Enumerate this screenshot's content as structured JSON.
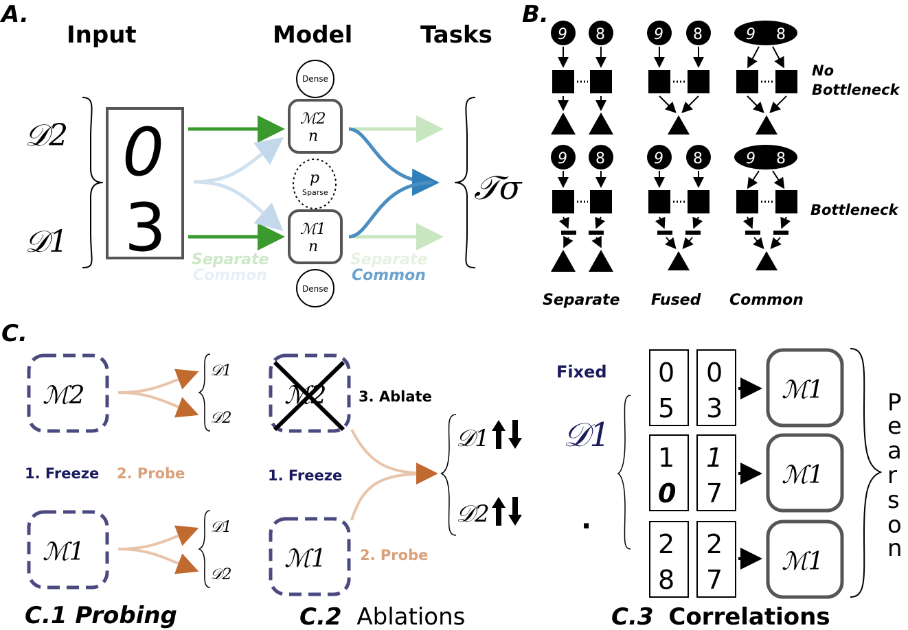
{
  "panel_a": {
    "label": "A.",
    "headers": {
      "input": "Input",
      "model": "Model",
      "tasks": "Tasks"
    },
    "d2": "𝒟2",
    "d1": "𝒟1",
    "digits": {
      "top": "0",
      "bottom": "3"
    },
    "m2_top": "ℳ2",
    "m2_bottom": "n",
    "m1_top": "ℳ1",
    "m1_bottom": "n",
    "dense": "Dense",
    "p": "p",
    "sparse": "Sparse",
    "tau": "𝒯σ",
    "left_legend": {
      "separate": "Separate",
      "common": "Common"
    },
    "right_legend": {
      "separate": "Separate",
      "common": "Common"
    }
  },
  "panel_b": {
    "label": "B.",
    "digits": {
      "left": "9",
      "right": "8"
    },
    "row_labels": {
      "no_bottleneck": [
        "No",
        "Bottleneck"
      ],
      "bottleneck": "Bottleneck"
    },
    "columns": [
      "Separate",
      "Fused",
      "Common"
    ]
  },
  "panel_c": {
    "label": "C.",
    "c1": {
      "m2": "ℳ2",
      "m1": "ℳ1",
      "d1": "𝒟1",
      "d2": "𝒟2",
      "freeze": "1. Freeze",
      "probe": "2. Probe",
      "title": "C.1 Probing"
    },
    "c2": {
      "m2": "ℳ2",
      "m1": "ℳ1",
      "ablate": "3. Ablate",
      "freeze": "1. Freeze",
      "probe": "2. Probe",
      "d1": "𝒟1",
      "d2": "𝒟2",
      "title_prefix": "C.2",
      "title_suffix": "Ablations"
    },
    "c3": {
      "fixed": "Fixed",
      "d1": "𝒟1",
      "dot": "·",
      "pairs": [
        {
          "left": [
            "0",
            "5"
          ],
          "right": [
            "0",
            "3"
          ]
        },
        {
          "left": [
            "1",
            "0"
          ],
          "right": [
            "1",
            "7"
          ]
        },
        {
          "left": [
            "2",
            "8"
          ],
          "right": [
            "2",
            "7"
          ]
        }
      ],
      "model": "ℳ1",
      "pearson": [
        "P",
        "e",
        "a",
        "r",
        "s",
        "o",
        "n"
      ],
      "title_prefix": "C.3",
      "title_suffix": "Correlations"
    }
  },
  "colors": {
    "green": "#3a9a2e",
    "light_green": "#c8e6c0",
    "blue": "#4a8dc0",
    "light_blue": "#cfe0ef",
    "navy": "#1a1a5e",
    "dash_box": "#4a4a80",
    "orange": "#c06a30",
    "light_orange": "#e8c4ab",
    "probe_text": "#d9a07a"
  }
}
